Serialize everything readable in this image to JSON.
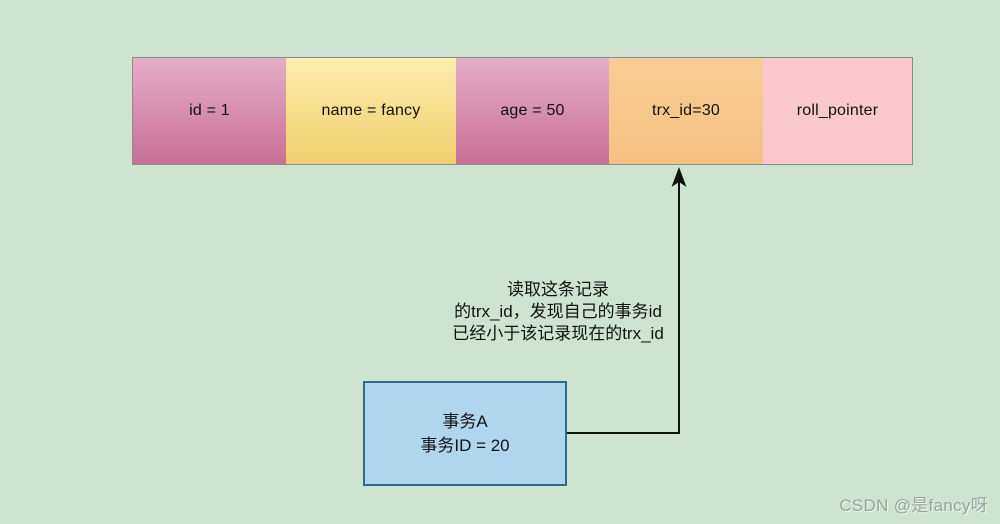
{
  "canvas": {
    "background_color": "#cee4d1"
  },
  "record": {
    "border_color": "#8c8c8c",
    "cells": [
      {
        "label": "id = 1",
        "color_top": "#e6aec8",
        "color_bottom": "#c86f96"
      },
      {
        "label": "name = fancy",
        "color_top": "#fceeb0",
        "color_bottom": "#f2cd6b"
      },
      {
        "label": "age = 50",
        "color_top": "#e6aec8",
        "color_bottom": "#c86f96"
      },
      {
        "label": "trx_id=30",
        "color_top": "#f9cd95",
        "color_bottom": "#f5c083"
      },
      {
        "label": "roll_pointer",
        "color_top": "#fbc9cd",
        "color_bottom": "#fbc9cd"
      }
    ]
  },
  "annotation": {
    "line1": "读取这条记录",
    "line2": "的trx_id，发现自己的事务id",
    "line3": "已经小于该记录现在的trx_id"
  },
  "transaction_box": {
    "line1": "事务A",
    "line2": "事务ID = 20",
    "fill_color": "#aed7ee",
    "border_color": "#2f6b8c"
  },
  "arrow": {
    "color": "#111111",
    "target_cell": "trx_id=30"
  },
  "watermark": {
    "text": "CSDN @是fancy呀"
  }
}
